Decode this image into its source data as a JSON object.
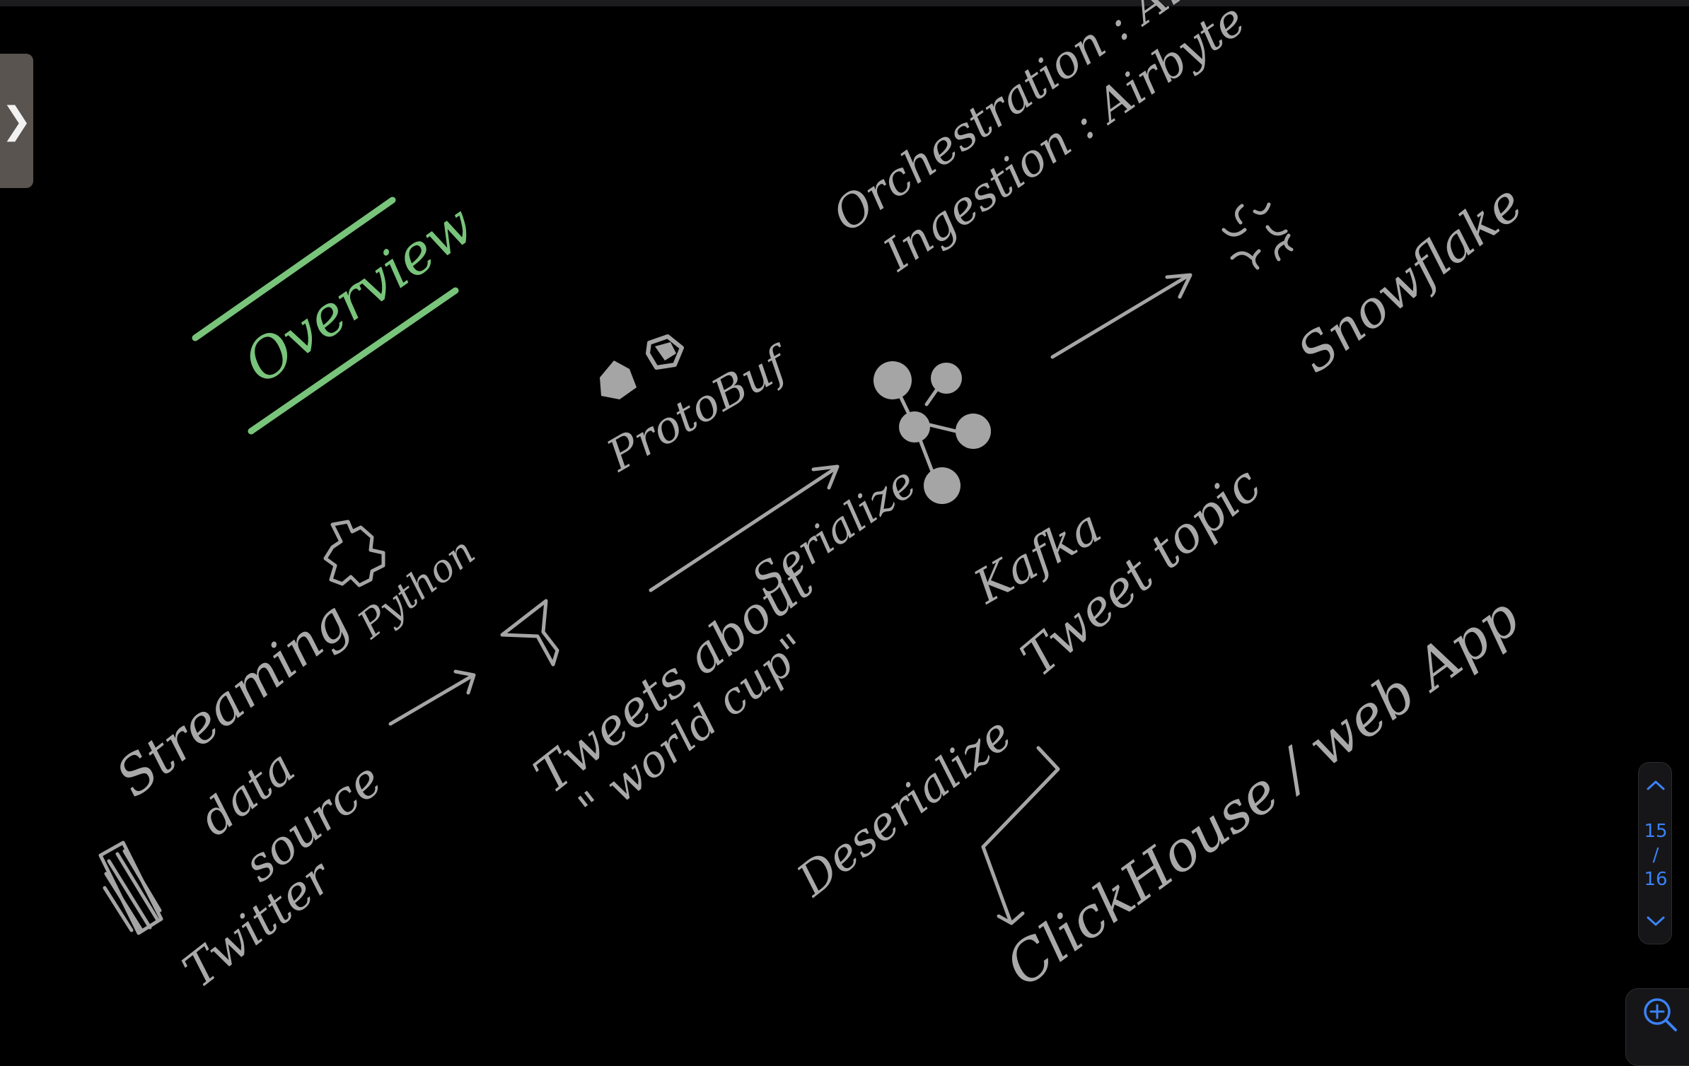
{
  "window": {
    "background_color": "#000000",
    "ink_color": "#a9a9a9",
    "highlight_color": "#79c47b",
    "accent_color": "#3b82f6"
  },
  "sidebar": {
    "toggle_icon": "chevron-right-icon",
    "toggle_glyph": "❯"
  },
  "whiteboard": {
    "title": "Overview",
    "tool_orchestration": "Orchestration : Airflow",
    "tool_ingestion": "Ingestion : Airbyte",
    "protobuf_label": "ProtoBuf",
    "snowflake_label": "Snowflake",
    "python_label": "Python",
    "serialize_label": "Serialize",
    "kafka_label": "Kafka",
    "tweet_topic_label": "Tweet topic",
    "stream_streaming": "Streaming",
    "stream_data": "data",
    "stream_source": "source",
    "twitter_label": "Twitter",
    "tweets_line1": "Tweets about",
    "tweets_line2": "\" world cup\"",
    "deserialize_label": "Deserialize",
    "clickhouse_label": "ClickHouse / web App",
    "icons": [
      "protobuf-icon",
      "snowflake-icon",
      "kafka-icon",
      "python-icon",
      "filter-icon",
      "twitter-icon"
    ]
  },
  "page_nav": {
    "up_icon": "chevron-up-icon",
    "down_icon": "chevron-down-icon",
    "current_page": "15",
    "separator": "/",
    "total_pages": "16"
  },
  "zoom": {
    "icon": "zoom-in-icon"
  }
}
